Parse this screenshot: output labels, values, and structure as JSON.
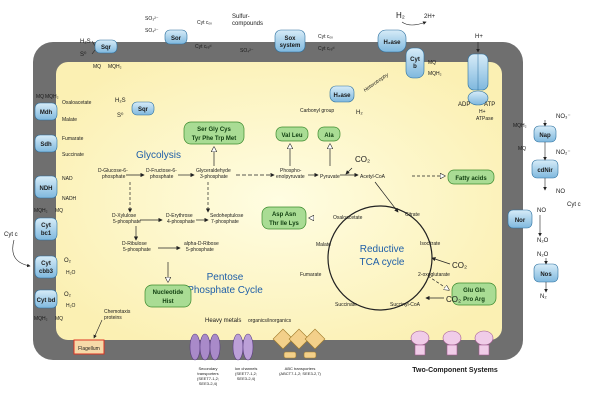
{
  "membrane_proteins": {
    "sqr_top": "Sqr",
    "sqr_inner": "Sqr",
    "sor": "Sor",
    "sox": [
      "Sox",
      "system"
    ],
    "hase_inner": "H₂ase",
    "hydrogenase": "H₂ase",
    "cytb": [
      "Cyt",
      "b"
    ],
    "mdh": "Mdh",
    "sdh": "Sdh",
    "ndh": "NDH",
    "cytbc1": [
      "Cyt",
      "bc1"
    ],
    "cytcbb3": [
      "Cyt",
      "cbb3"
    ],
    "cytbd": "Cyt bd",
    "nap": "Nap",
    "cdnir": "cdNir",
    "nor": "Nor",
    "nos": "Nos",
    "atpase": "ATPase"
  },
  "labels": {
    "h2s_top": "H₂S",
    "s0_top": "S⁰",
    "mq_top": "MQ",
    "mqh2_top": "MQH₂",
    "so32": "SO₃²⁻",
    "so42": "SO₄²⁻",
    "cytcox": "Cyt cₒₓ",
    "cytcred": "Cyt cᵣₑᵈ",
    "sulfur_compounds": [
      "Sulfur-",
      "compounds"
    ],
    "so42b": "SO₄²⁻",
    "cytcox2": "Cyt cₒₓ",
    "cytcred2": "Cyt cᵣₑᵈ",
    "h2_top": "H₂",
    "two_h": "2H+",
    "mq_h": "MQ",
    "mqh2_h": "MQH₂",
    "h_plus_top": "H+",
    "adp": "ADP",
    "atp": "ATP",
    "h_plus_atp": "H+",
    "atpase_label": "ATPase",
    "mq_left": "MQ",
    "mqh2_left": "MQH₂",
    "oxaloacetate": "Oxaloacetate",
    "malate": "Malate",
    "fumarate": "Fumarate",
    "succinate": "Succinate",
    "nad": "NAD",
    "nadh": "NADH",
    "mqh2_l2": "MQH₂",
    "mq_l2": "MQ",
    "cytc_left": "Cyt c",
    "o2_a": "O₂",
    "h2o_a": "H₂O",
    "o2_b": "O₂",
    "h2o_b": "H₂O",
    "mqh2_l3": "MQH₂",
    "mq_l3": "MQ",
    "h2s_in": "H₂S",
    "s0_in": "S⁰",
    "h2_in": "H₂",
    "carbonyl": "Carbonyl group",
    "hetero": "Heterotrophy",
    "no3": "NO₃⁻",
    "mqh2_r": "MQH₂",
    "mq_r": "MQ",
    "no2": "NO₂⁻",
    "no": "NO",
    "cytc_right": "Cyt c",
    "no_b": "NO",
    "n2o": "N₂O",
    "n2o_b": "N₂O",
    "n2": "N₂",
    "glycolysis": "Glycolysis",
    "ppc": [
      "Pentose",
      "Phosphate Cycle"
    ],
    "rtca": [
      "Reductive",
      "TCA cycle"
    ],
    "g6p": [
      "D-Glucose-6-",
      "phosphate"
    ],
    "f6p": [
      "D-Fructose-6-",
      "phosphate"
    ],
    "g3p": [
      "Glyceraldehyde",
      "3-phosphate"
    ],
    "pep": [
      "Phospho-",
      "enolpyruvate"
    ],
    "pyruvate": "Pyruvate",
    "acetylcoa": "Acetyl-CoA",
    "co2_top": "CO₂",
    "x5p": [
      "D-Xylulose",
      "5-phosphate"
    ],
    "e4p": [
      "D-Erythrose",
      "4-phosphate"
    ],
    "s7p": [
      "Sedoheptulose",
      "7-phosphate"
    ],
    "r5p": [
      "D-Ribulose",
      "5-phosphate"
    ],
    "a5p": [
      "alpha-D-Ribose",
      "5-phosphate"
    ],
    "oxaloacetate_c": "Oxaloacetate",
    "citrate": "Citrate",
    "isocitrate": "Isocitrate",
    "malate_c": "Malate",
    "fumarate_c": "Fumarate",
    "succinate_c": "Succinate",
    "succinylcoa": "Succinyl-CoA",
    "oxoglutarate": "2-oxoglutarate",
    "co2_mid": "CO₂",
    "co2_low": "CO₂",
    "chemotaxis": [
      "Chemotaxis",
      "proteins"
    ],
    "flagellum": "Flagellum",
    "heavy_metals": "Heavy metals",
    "org_inorg": "organics/inorganics",
    "secondary": [
      "Secondary",
      "transporters",
      "(SEET7-1,2;",
      "SEE3-2,4)"
    ],
    "ion_channels": [
      "Ion channels",
      "(SEET7-1,2;",
      "SEE3-2,4)"
    ],
    "abc": [
      "ABC transporters",
      "(ABCT7-1,2; SEE3-2,7)"
    ],
    "two_component": "Two-Component Systems"
  },
  "aa_boxes": {
    "aromatic": [
      "Ser Gly Cys",
      "Tyr Phe Trp Met"
    ],
    "valleu": "Val Leu",
    "ala": "Ala",
    "aspasn": [
      "Asp Asn",
      "Thr Ile Lys"
    ],
    "nucleotide": [
      "Nucleotide",
      "Hist"
    ],
    "fatty": "Fatty acids",
    "gluglnpro": [
      "Glu Gln",
      "Pro Arg"
    ]
  }
}
